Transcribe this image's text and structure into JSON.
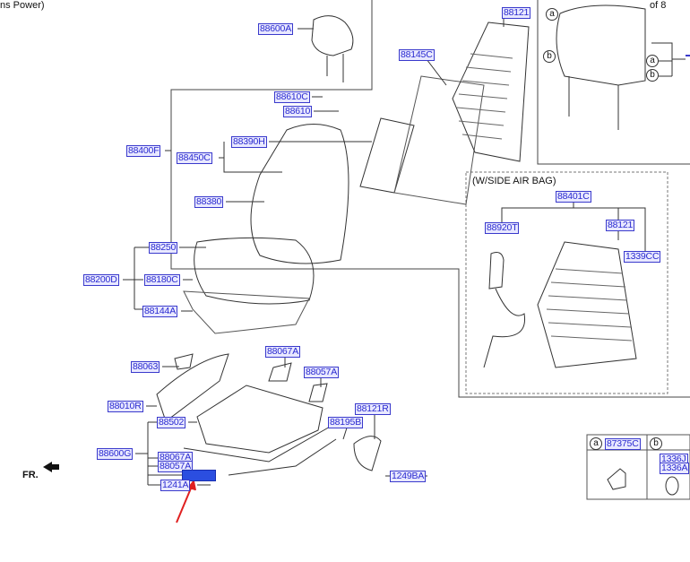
{
  "header_fragment": "ns Power)",
  "page_ref": "of 8",
  "fr_label": "FR.",
  "side_airbag_caption": "(W/SIDE AIR BAG)",
  "labels": {
    "p88600A": "88600A",
    "p88121_top": "88121",
    "p88145C": "88145C",
    "p88610C": "88610C",
    "p88610": "88610",
    "p88390H": "88390H",
    "p88400F": "88400F",
    "p88450C": "88450C",
    "p88380": "88380",
    "p88250": "88250",
    "p88200D": "88200D",
    "p88180C": "88180C",
    "p88144A": "88144A",
    "p88067A_top": "88067A",
    "p88063": "88063",
    "p88057A_top": "88057A",
    "p88010R": "88010R",
    "p88121R": "88121R",
    "p88502": "88502",
    "p88195B": "88195B",
    "p88600G": "88600G",
    "p88067A": "88067A",
    "p88057A": "88057A",
    "p1241A": "1241A",
    "p1249BA": "1249BA",
    "p88401C": "88401C",
    "p88920T": "88920T",
    "p88121_airbag": "88121",
    "p1339CC": "1339CC"
  },
  "callouts": {
    "a": "a",
    "b": "b"
  },
  "legend_table": {
    "a_part": "87375C",
    "b_part_1": "1336J",
    "b_part_2": "1336A"
  },
  "colors": {
    "label_text": "#2a2ad0",
    "highlight": "#2b4ee0",
    "arrow": "#e02020"
  }
}
